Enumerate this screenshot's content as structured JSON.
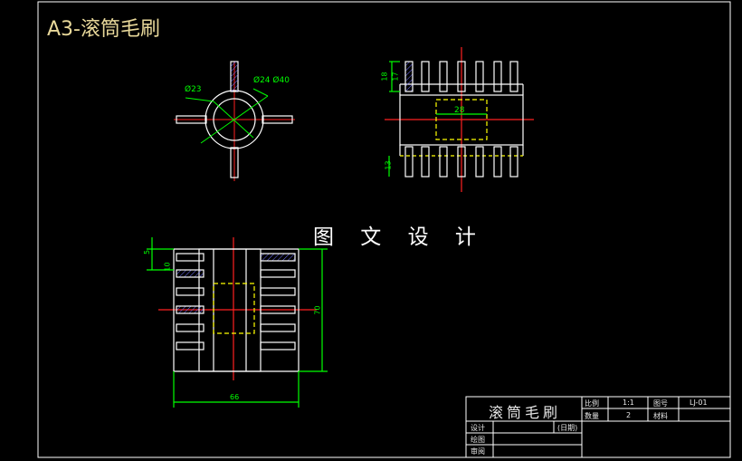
{
  "drawing": {
    "title": "A3-滚筒毛刷",
    "watermark": "图 文 设 计",
    "colors": {
      "background": "#000000",
      "outline": "#ffffff",
      "dimension": "#00ff00",
      "centerline": "#ff2020",
      "hidden": "#ffff00",
      "hatch": "#6060ff"
    }
  },
  "dimensions": {
    "d23": "Ø23",
    "d24_40": "Ø24 Ø40",
    "h18": "18",
    "h17": "17",
    "w28": "28",
    "h13": "13",
    "v5": "5",
    "v10": "10",
    "v70": "70",
    "w66": "66"
  },
  "title_block": {
    "part_name": "滚筒毛刷",
    "scale_label": "比例",
    "scale_value": "1:1",
    "drawing_no_label": "图号",
    "drawing_no": "LJ-01",
    "quantity_label": "数量",
    "quantity_value": "2",
    "material_label": "材料",
    "design_label": "设计",
    "date_label": "(日期)",
    "draw_label": "绘图",
    "review_label": "审阅"
  }
}
